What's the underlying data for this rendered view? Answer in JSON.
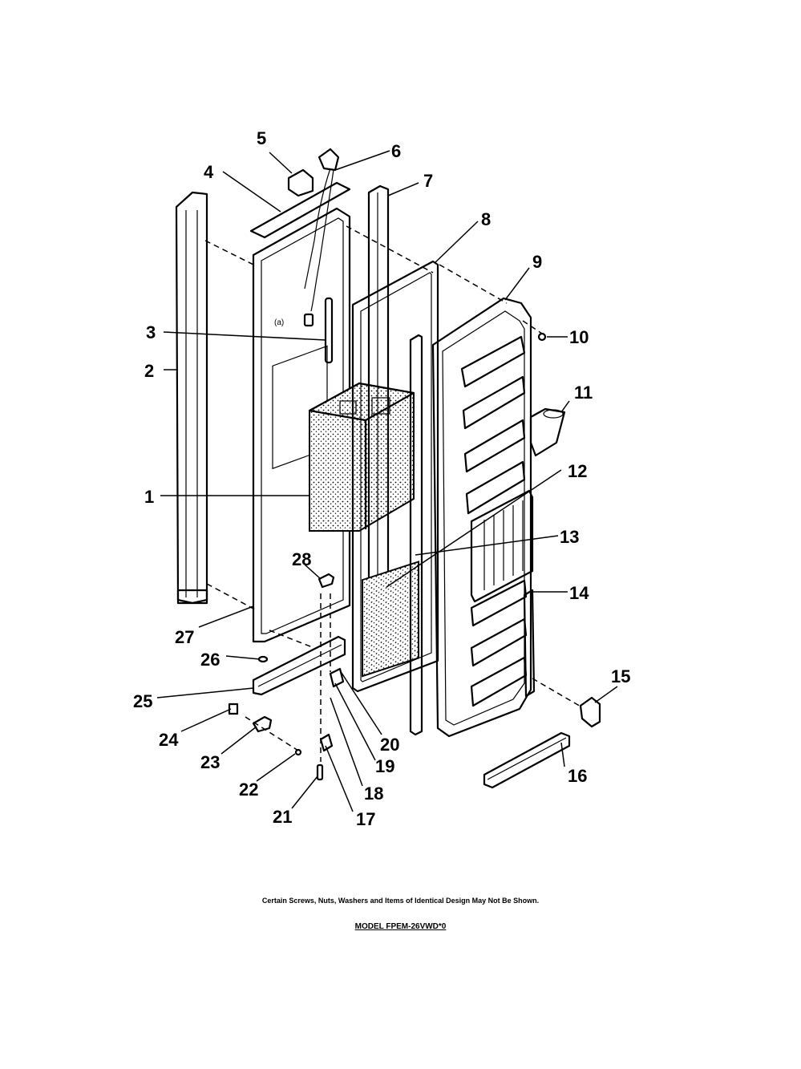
{
  "diagram": {
    "callouts": [
      {
        "id": "1",
        "text": "1"
      },
      {
        "id": "2",
        "text": "2"
      },
      {
        "id": "3",
        "text": "3"
      },
      {
        "id": "4",
        "text": "4"
      },
      {
        "id": "5",
        "text": "5"
      },
      {
        "id": "6",
        "text": "6"
      },
      {
        "id": "7",
        "text": "7"
      },
      {
        "id": "8",
        "text": "8"
      },
      {
        "id": "9",
        "text": "9"
      },
      {
        "id": "10",
        "text": "10"
      },
      {
        "id": "11",
        "text": "11"
      },
      {
        "id": "12",
        "text": "12"
      },
      {
        "id": "13",
        "text": "13"
      },
      {
        "id": "14",
        "text": "14"
      },
      {
        "id": "15",
        "text": "15"
      },
      {
        "id": "16",
        "text": "16"
      },
      {
        "id": "17",
        "text": "17"
      },
      {
        "id": "18",
        "text": "18"
      },
      {
        "id": "19",
        "text": "19"
      },
      {
        "id": "20",
        "text": "20"
      },
      {
        "id": "21",
        "text": "21"
      },
      {
        "id": "22",
        "text": "22"
      },
      {
        "id": "23",
        "text": "23"
      },
      {
        "id": "24",
        "text": "24"
      },
      {
        "id": "25",
        "text": "25"
      },
      {
        "id": "26",
        "text": "26"
      },
      {
        "id": "27",
        "text": "27"
      },
      {
        "id": "28",
        "text": "28"
      }
    ],
    "sub_label": "(a)"
  },
  "footer": {
    "disclaimer": "Certain Screws, Nuts, Washers and Items of Identical Design May Not Be Shown.",
    "model": "MODEL FPEM-26VWD*0"
  }
}
